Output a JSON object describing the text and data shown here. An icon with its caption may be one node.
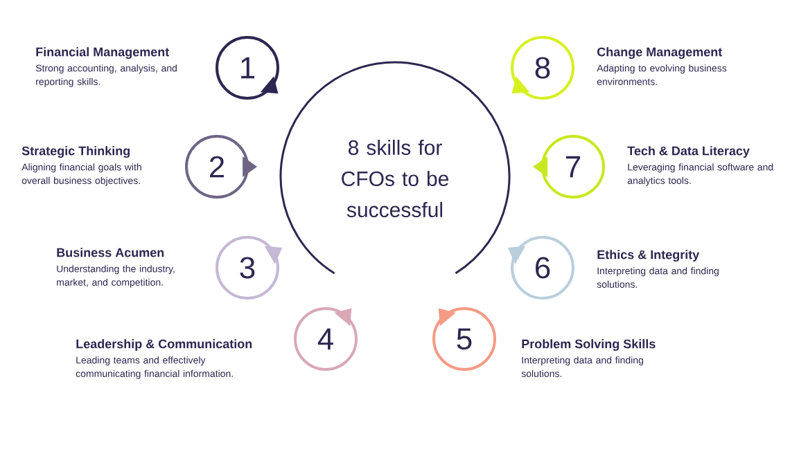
{
  "diagram": {
    "nodes": [
      {
        "text": [
          "8 skills for CFOs to be successful"
        ]
      },
      {
        "text": [
          "1"
        ],
        "beside": [
          "Financial Management",
          "Strong accounting, analysis, and reporting skills."
        ]
      },
      {
        "text": [
          "2"
        ],
        "beside": [
          "Strategic Thinking",
          "Aligning financial goals with overall business objectives."
        ]
      },
      {
        "text": [
          "3"
        ],
        "beside": [
          "Business Acumen",
          "Understanding the industry, market, and competition."
        ]
      },
      {
        "text": [
          "4"
        ],
        "beside": [
          "Leadership & Communication",
          "Leading teams and effectively communicating financial information."
        ]
      },
      {
        "text": [
          "5"
        ],
        "beside": [
          "Problem Solving Skills",
          "Interpreting data and finding solutions."
        ]
      },
      {
        "text": [
          "6"
        ],
        "beside": [
          "Ethics & Integrity",
          "Interpreting data and finding solutions."
        ]
      },
      {
        "text": [
          "7"
        ],
        "beside": [
          "Tech & Data Literacy",
          "Leveraging financial software and analytics tools."
        ]
      },
      {
        "text": [
          "8"
        ],
        "beside": [
          "Change Management",
          "Adapting to evolving business environments."
        ]
      }
    ]
  }
}
